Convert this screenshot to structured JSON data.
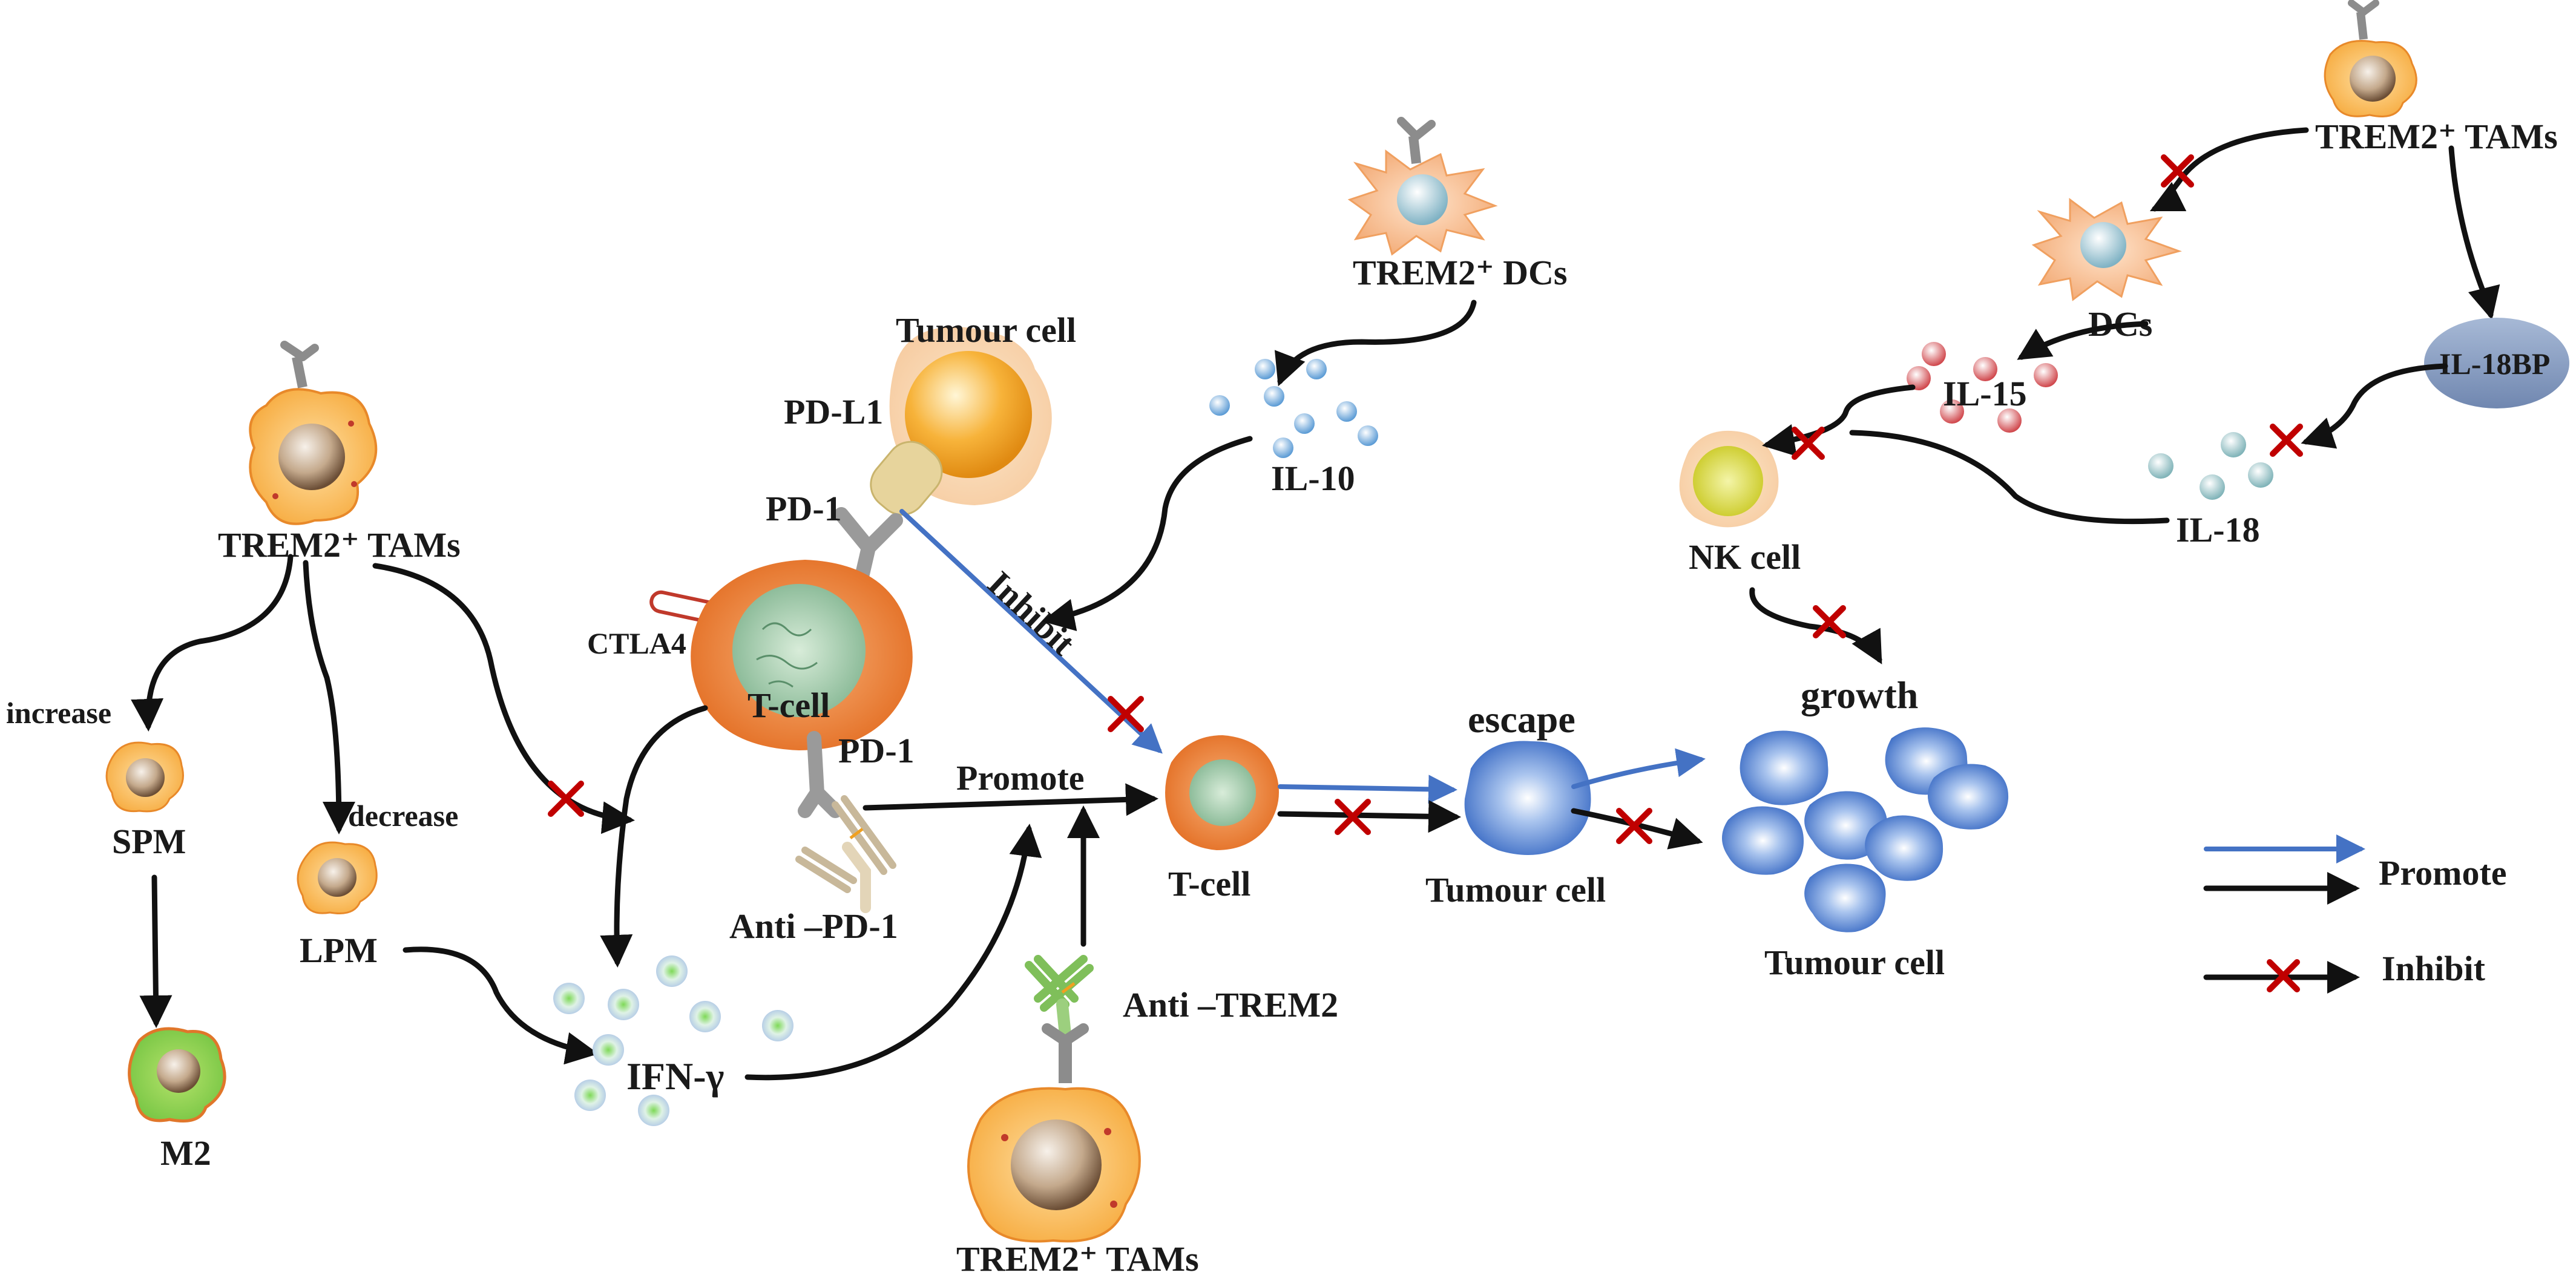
{
  "labels": {
    "trem2_tams_left": "TREM2⁺ TAMs",
    "increase": "increase",
    "decrease": "decrease",
    "spm": "SPM",
    "lpm": "LPM",
    "m2": "M2",
    "ifn_gamma": "IFN-γ",
    "tumour_cell_top": "Tumour cell",
    "pd_l1": "PD-L1",
    "pd_1_top": "PD-1",
    "ctla4": "CTLA4",
    "t_cell_center": "T-cell",
    "pd_1_bottom": "PD-1",
    "anti_pd_1": "Anti –PD-1",
    "promote_mid": "Promote",
    "inhibit_diag": "Inhibit",
    "trem2_dcs": "TREM2⁺ DCs",
    "il_10": "IL-10",
    "t_cell_right": "T-cell",
    "anti_trem2": "Anti –TREM2",
    "trem2_tams_bottom": "TREM2⁺ TAMs",
    "escape": "escape",
    "tumour_cell_escape": "Tumour cell",
    "growth": "growth",
    "tumour_cell_cluster": "Tumour cell",
    "trem2_tams_topright": "TREM2⁺ TAMs",
    "dcs": "DCs",
    "il_15": "IL-15",
    "il_18bp": "IL-18BP",
    "il_18": "IL-18",
    "nk_cell": "NK cell"
  },
  "legend": {
    "promote_blue": "Promote",
    "inhibit": "Inhibit"
  },
  "colors": {
    "promote_arrow": "#4472c4",
    "arrow": "#111111",
    "inhibit_mark": "#c00000",
    "macrophage": "#f6b34f",
    "tumour_blue": "#3d6fc4"
  }
}
